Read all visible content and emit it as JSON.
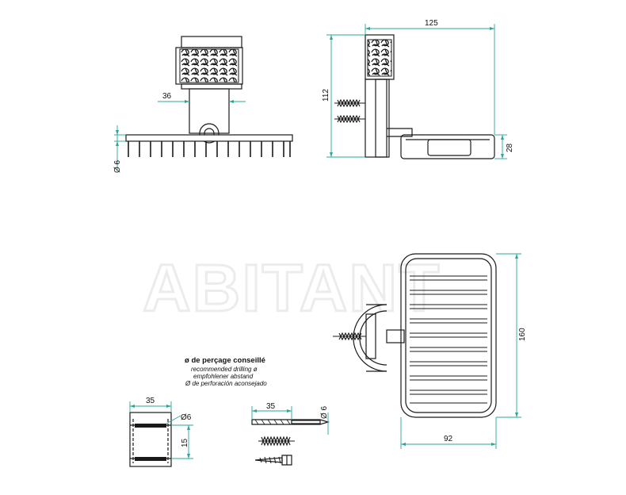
{
  "watermark": "ABITANT",
  "dimensions": {
    "top_width": "125",
    "collar": "36",
    "height": "112",
    "rod_dia": "Ø 6",
    "basket_h": "28",
    "depth": "160",
    "width": "92",
    "drill_len": "35",
    "drill_dia": "Ø 6",
    "plate_w": "35",
    "plate_hole": "Ø6",
    "plate_h": "15"
  },
  "note": {
    "title": "ø de perçage conseillé",
    "lines": [
      "recommended drilling ø",
      "empfohlener abstand",
      "Ø de perforación aconsejado"
    ]
  },
  "colors": {
    "line": "#1a1a1a",
    "dimension": "#2aa59a",
    "watermark": "#ececec"
  }
}
